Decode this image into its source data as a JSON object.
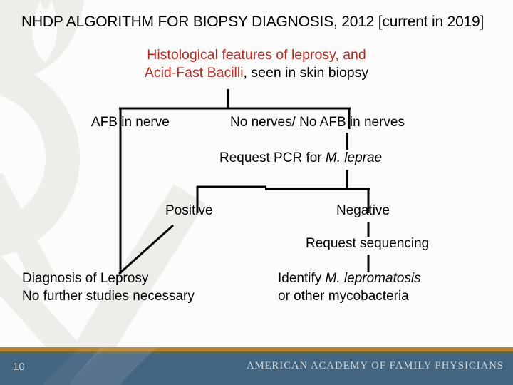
{
  "slide": {
    "title": "NHDP ALGORITHM FOR BIOPSY DIAGNOSIS, 2012 [current in 2019]"
  },
  "flowchart": {
    "root": {
      "line1_red": "Histological features of leprosy, and",
      "line2_red": "Acid-Fast Bacilli",
      "line2_black": ", seen in skin biopsy"
    },
    "left_branch_label": "AFB in nerve",
    "right_branch_label": "No nerves/ No AFB in nerves",
    "pcr": {
      "prefix": "Request PCR for ",
      "organism": "M. leprae"
    },
    "positive_label": "Positive",
    "negative_label": "Negative",
    "sequencing_label": "Request sequencing",
    "diagnosis": {
      "line1": "Diagnosis of Leprosy",
      "line2": "No further studies necessary"
    },
    "identify": {
      "prefix": "Identify ",
      "organism": "M. lepromatosis",
      "line2": "or other mycobacteria"
    }
  },
  "footer": {
    "page_number": "10",
    "brand": "AMERICAN ACADEMY OF FAMILY PHYSICIANS"
  },
  "colors": {
    "accent_red": "#c5221c",
    "gold_stripe": "#b5812e",
    "olive_line": "#636b45",
    "footer_blue": "#44657f",
    "footer_text": "#cfd8de",
    "watermark_gray": "#ededea"
  }
}
